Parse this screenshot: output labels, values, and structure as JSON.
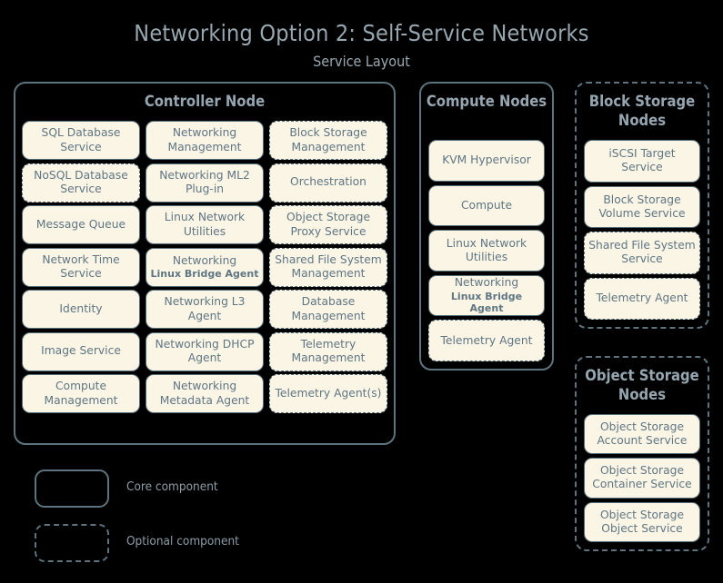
{
  "header": {
    "title": "Networking Option 2: Self-Service Networks",
    "subtitle": "Service Layout"
  },
  "nodes": [
    {
      "id": "controller-node",
      "title": "Controller Node",
      "optional": false,
      "columns": [
        [
          {
            "label": "SQL Database Service",
            "optional": false
          },
          {
            "label": "NoSQL Database Service",
            "optional": true
          },
          {
            "label": "Message Queue",
            "optional": false
          },
          {
            "label": "Network Time Service",
            "optional": false
          },
          {
            "label": "Identity",
            "optional": false
          },
          {
            "label": "Image Service",
            "optional": false
          },
          {
            "label": "Compute Management",
            "optional": false
          }
        ],
        [
          {
            "label": "Networking Management",
            "optional": false
          },
          {
            "label": "Networking ML2 Plug-in",
            "optional": false
          },
          {
            "label": "Linux Network Utilities",
            "optional": false
          },
          {
            "label": "Networking",
            "sublabel": "Linux Bridge Agent",
            "optional": false
          },
          {
            "label": "Networking L3 Agent",
            "optional": false
          },
          {
            "label": "Networking DHCP Agent",
            "optional": false
          },
          {
            "label": "Networking Metadata Agent",
            "optional": false
          }
        ],
        [
          {
            "label": "Block Storage Management",
            "optional": true
          },
          {
            "label": "Orchestration",
            "optional": true
          },
          {
            "label": "Object Storage Proxy Service",
            "optional": true
          },
          {
            "label": "Shared File System Management",
            "optional": true
          },
          {
            "label": "Database Management",
            "optional": true
          },
          {
            "label": "Telemetry Management",
            "optional": true
          },
          {
            "label": "Telemetry Agent(s)",
            "optional": true
          }
        ]
      ]
    },
    {
      "id": "compute-nodes",
      "title": "Compute Nodes",
      "optional": false,
      "services": [
        {
          "label": "KVM Hypervisor",
          "optional": false
        },
        {
          "label": "Compute",
          "optional": false
        },
        {
          "label": "Linux Network Utilities",
          "optional": false
        },
        {
          "label": "Networking",
          "sublabel": "Linux Bridge Agent",
          "optional": false
        },
        {
          "label": "Telemetry Agent",
          "optional": true
        }
      ]
    },
    {
      "id": "block-storage-nodes",
      "title": "Block Storage Nodes",
      "optional": true,
      "services": [
        {
          "label": "iSCSI Target Service",
          "optional": false
        },
        {
          "label": "Block Storage Volume Service",
          "optional": false
        },
        {
          "label": "Shared File System Service",
          "optional": true
        },
        {
          "label": "Telemetry Agent",
          "optional": true
        }
      ]
    },
    {
      "id": "object-storage-nodes",
      "title": "Object Storage Nodes",
      "optional": true,
      "services": [
        {
          "label": "Object Storage Account Service",
          "optional": false
        },
        {
          "label": "Object Storage Container Service",
          "optional": false
        },
        {
          "label": "Object Storage Object Service",
          "optional": false
        }
      ]
    }
  ],
  "legend": {
    "core_label": "Core component",
    "optional_label": "Optional component"
  },
  "colors": {
    "background": "#000000",
    "service_fill": "#fbf5e6",
    "service_border": "#56707b",
    "container_border": "#5d747e",
    "text": "#5f7683",
    "title_text": "#97a7b0"
  }
}
